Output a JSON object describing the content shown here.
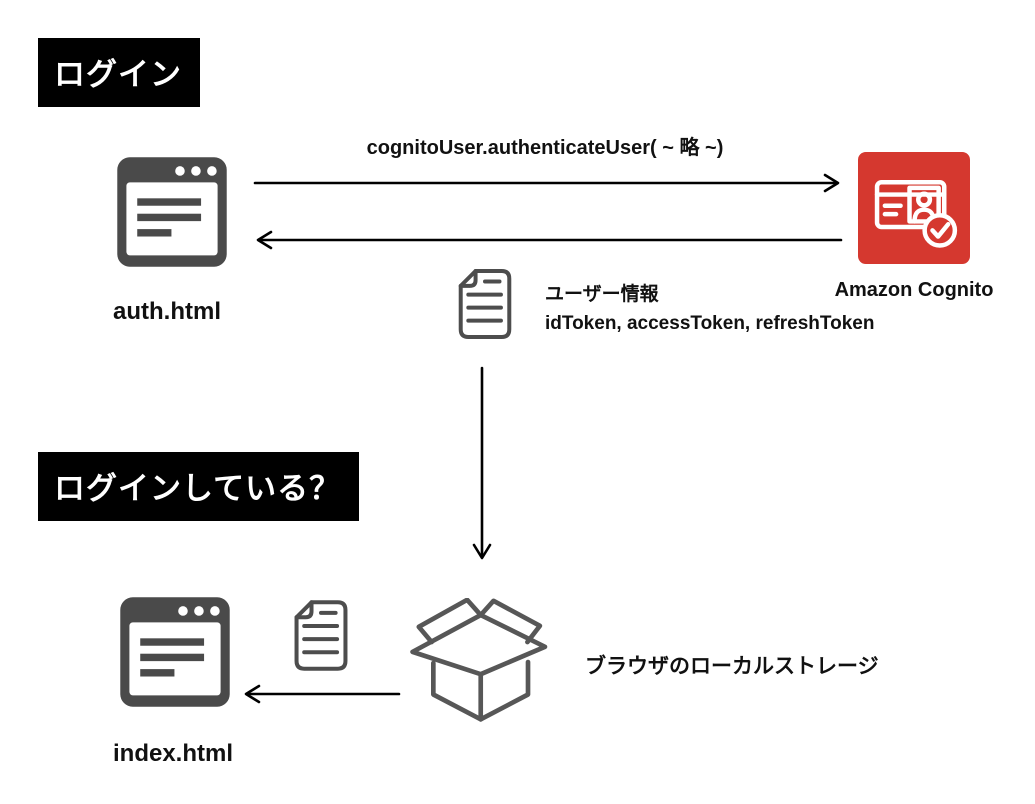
{
  "diagram": {
    "login_section": {
      "heading": "ログイン",
      "auth_page": {
        "label": "auth.html"
      },
      "cognito": {
        "label": "Amazon Cognito"
      },
      "request_arrow_label": "cognitoUser.authenticateUser( ~ 略 ~)",
      "user_info": {
        "title": "ユーザー情報",
        "tokens": "idToken, accessToken, refreshToken"
      }
    },
    "logged_in_section": {
      "heading": "ログインしている？",
      "index_page": {
        "label": "index.html"
      },
      "local_storage": {
        "label": "ブラウザのローカルストレージ"
      }
    }
  },
  "colors": {
    "heading_bg": "#000000",
    "heading_text": "#ffffff",
    "browser_icon_gray": "#4a4a4a",
    "document_icon_gray": "#4d4d4d",
    "box_icon_gray": "#575757",
    "cognito_red": "#d5382f",
    "arrow_black": "#000000"
  }
}
